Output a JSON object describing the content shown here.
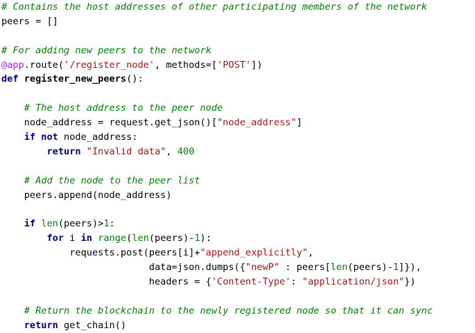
{
  "editor": {
    "lines": [
      [
        {
          "t": "cm",
          "v": "# Contains the host addresses of other participating members of the network"
        }
      ],
      [
        {
          "t": "op",
          "v": "peers = []"
        }
      ],
      [],
      [
        {
          "t": "cm",
          "v": "# For adding new peers to the network"
        }
      ],
      [
        {
          "t": "dec",
          "v": "@app"
        },
        {
          "t": "op",
          "v": ".route("
        },
        {
          "t": "st",
          "v": "'/register_node'"
        },
        {
          "t": "op",
          "v": ", methods=["
        },
        {
          "t": "st",
          "v": "'POST'"
        },
        {
          "t": "op",
          "v": "])"
        }
      ],
      [
        {
          "t": "kw",
          "v": "def "
        },
        {
          "t": "fn",
          "v": "register_new_peers"
        },
        {
          "t": "op",
          "v": "():"
        }
      ],
      [],
      [
        {
          "t": "op",
          "v": "    "
        },
        {
          "t": "cm",
          "v": "# The host address to the peer node"
        }
      ],
      [
        {
          "t": "op",
          "v": "    node_address = request.get_json()["
        },
        {
          "t": "st",
          "v": "\"node_address\""
        },
        {
          "t": "op",
          "v": "]"
        }
      ],
      [
        {
          "t": "op",
          "v": "    "
        },
        {
          "t": "kw",
          "v": "if not "
        },
        {
          "t": "op",
          "v": "node_address:"
        }
      ],
      [
        {
          "t": "op",
          "v": "        "
        },
        {
          "t": "kw",
          "v": "return "
        },
        {
          "t": "st",
          "v": "\"Invalid data\""
        },
        {
          "t": "op",
          "v": ", "
        },
        {
          "t": "nm",
          "v": "400"
        }
      ],
      [],
      [
        {
          "t": "op",
          "v": "    "
        },
        {
          "t": "cm",
          "v": "# Add the node to the peer list"
        }
      ],
      [
        {
          "t": "op",
          "v": "    peers.append(node_address)"
        }
      ],
      [],
      [
        {
          "t": "op",
          "v": "    "
        },
        {
          "t": "kw",
          "v": "if "
        },
        {
          "t": "bt",
          "v": "len"
        },
        {
          "t": "op",
          "v": "(peers)>"
        },
        {
          "t": "nm",
          "v": "1"
        },
        {
          "t": "op",
          "v": ":"
        }
      ],
      [
        {
          "t": "op",
          "v": "        "
        },
        {
          "t": "kw",
          "v": "for "
        },
        {
          "t": "op",
          "v": "i "
        },
        {
          "t": "kw",
          "v": "in "
        },
        {
          "t": "bt",
          "v": "range"
        },
        {
          "t": "op",
          "v": "("
        },
        {
          "t": "bt",
          "v": "len"
        },
        {
          "t": "op",
          "v": "(peers)-"
        },
        {
          "t": "nm",
          "v": "1"
        },
        {
          "t": "op",
          "v": "):"
        }
      ],
      [
        {
          "t": "op",
          "v": "            requests.post(peers[i]+"
        },
        {
          "t": "st",
          "v": "\"append_explicitly\""
        },
        {
          "t": "op",
          "v": ","
        }
      ],
      [
        {
          "t": "op",
          "v": "                          data=json.dumps({"
        },
        {
          "t": "st",
          "v": "\"newP\""
        },
        {
          "t": "op",
          "v": " : peers["
        },
        {
          "t": "bt",
          "v": "len"
        },
        {
          "t": "op",
          "v": "(peers)-"
        },
        {
          "t": "nm",
          "v": "1"
        },
        {
          "t": "op",
          "v": "]}),"
        }
      ],
      [
        {
          "t": "op",
          "v": "                          headers = {"
        },
        {
          "t": "st",
          "v": "'Content-Type'"
        },
        {
          "t": "op",
          "v": ": "
        },
        {
          "t": "st",
          "v": "\"application/json\""
        },
        {
          "t": "op",
          "v": "})"
        }
      ],
      [],
      [
        {
          "t": "op",
          "v": "    "
        },
        {
          "t": "cm",
          "v": "# Return the blockchain to the newly registered node so that it can sync"
        }
      ],
      [
        {
          "t": "op",
          "v": "    "
        },
        {
          "t": "kw",
          "v": "return "
        },
        {
          "t": "op",
          "v": "get_chain()"
        }
      ]
    ]
  }
}
